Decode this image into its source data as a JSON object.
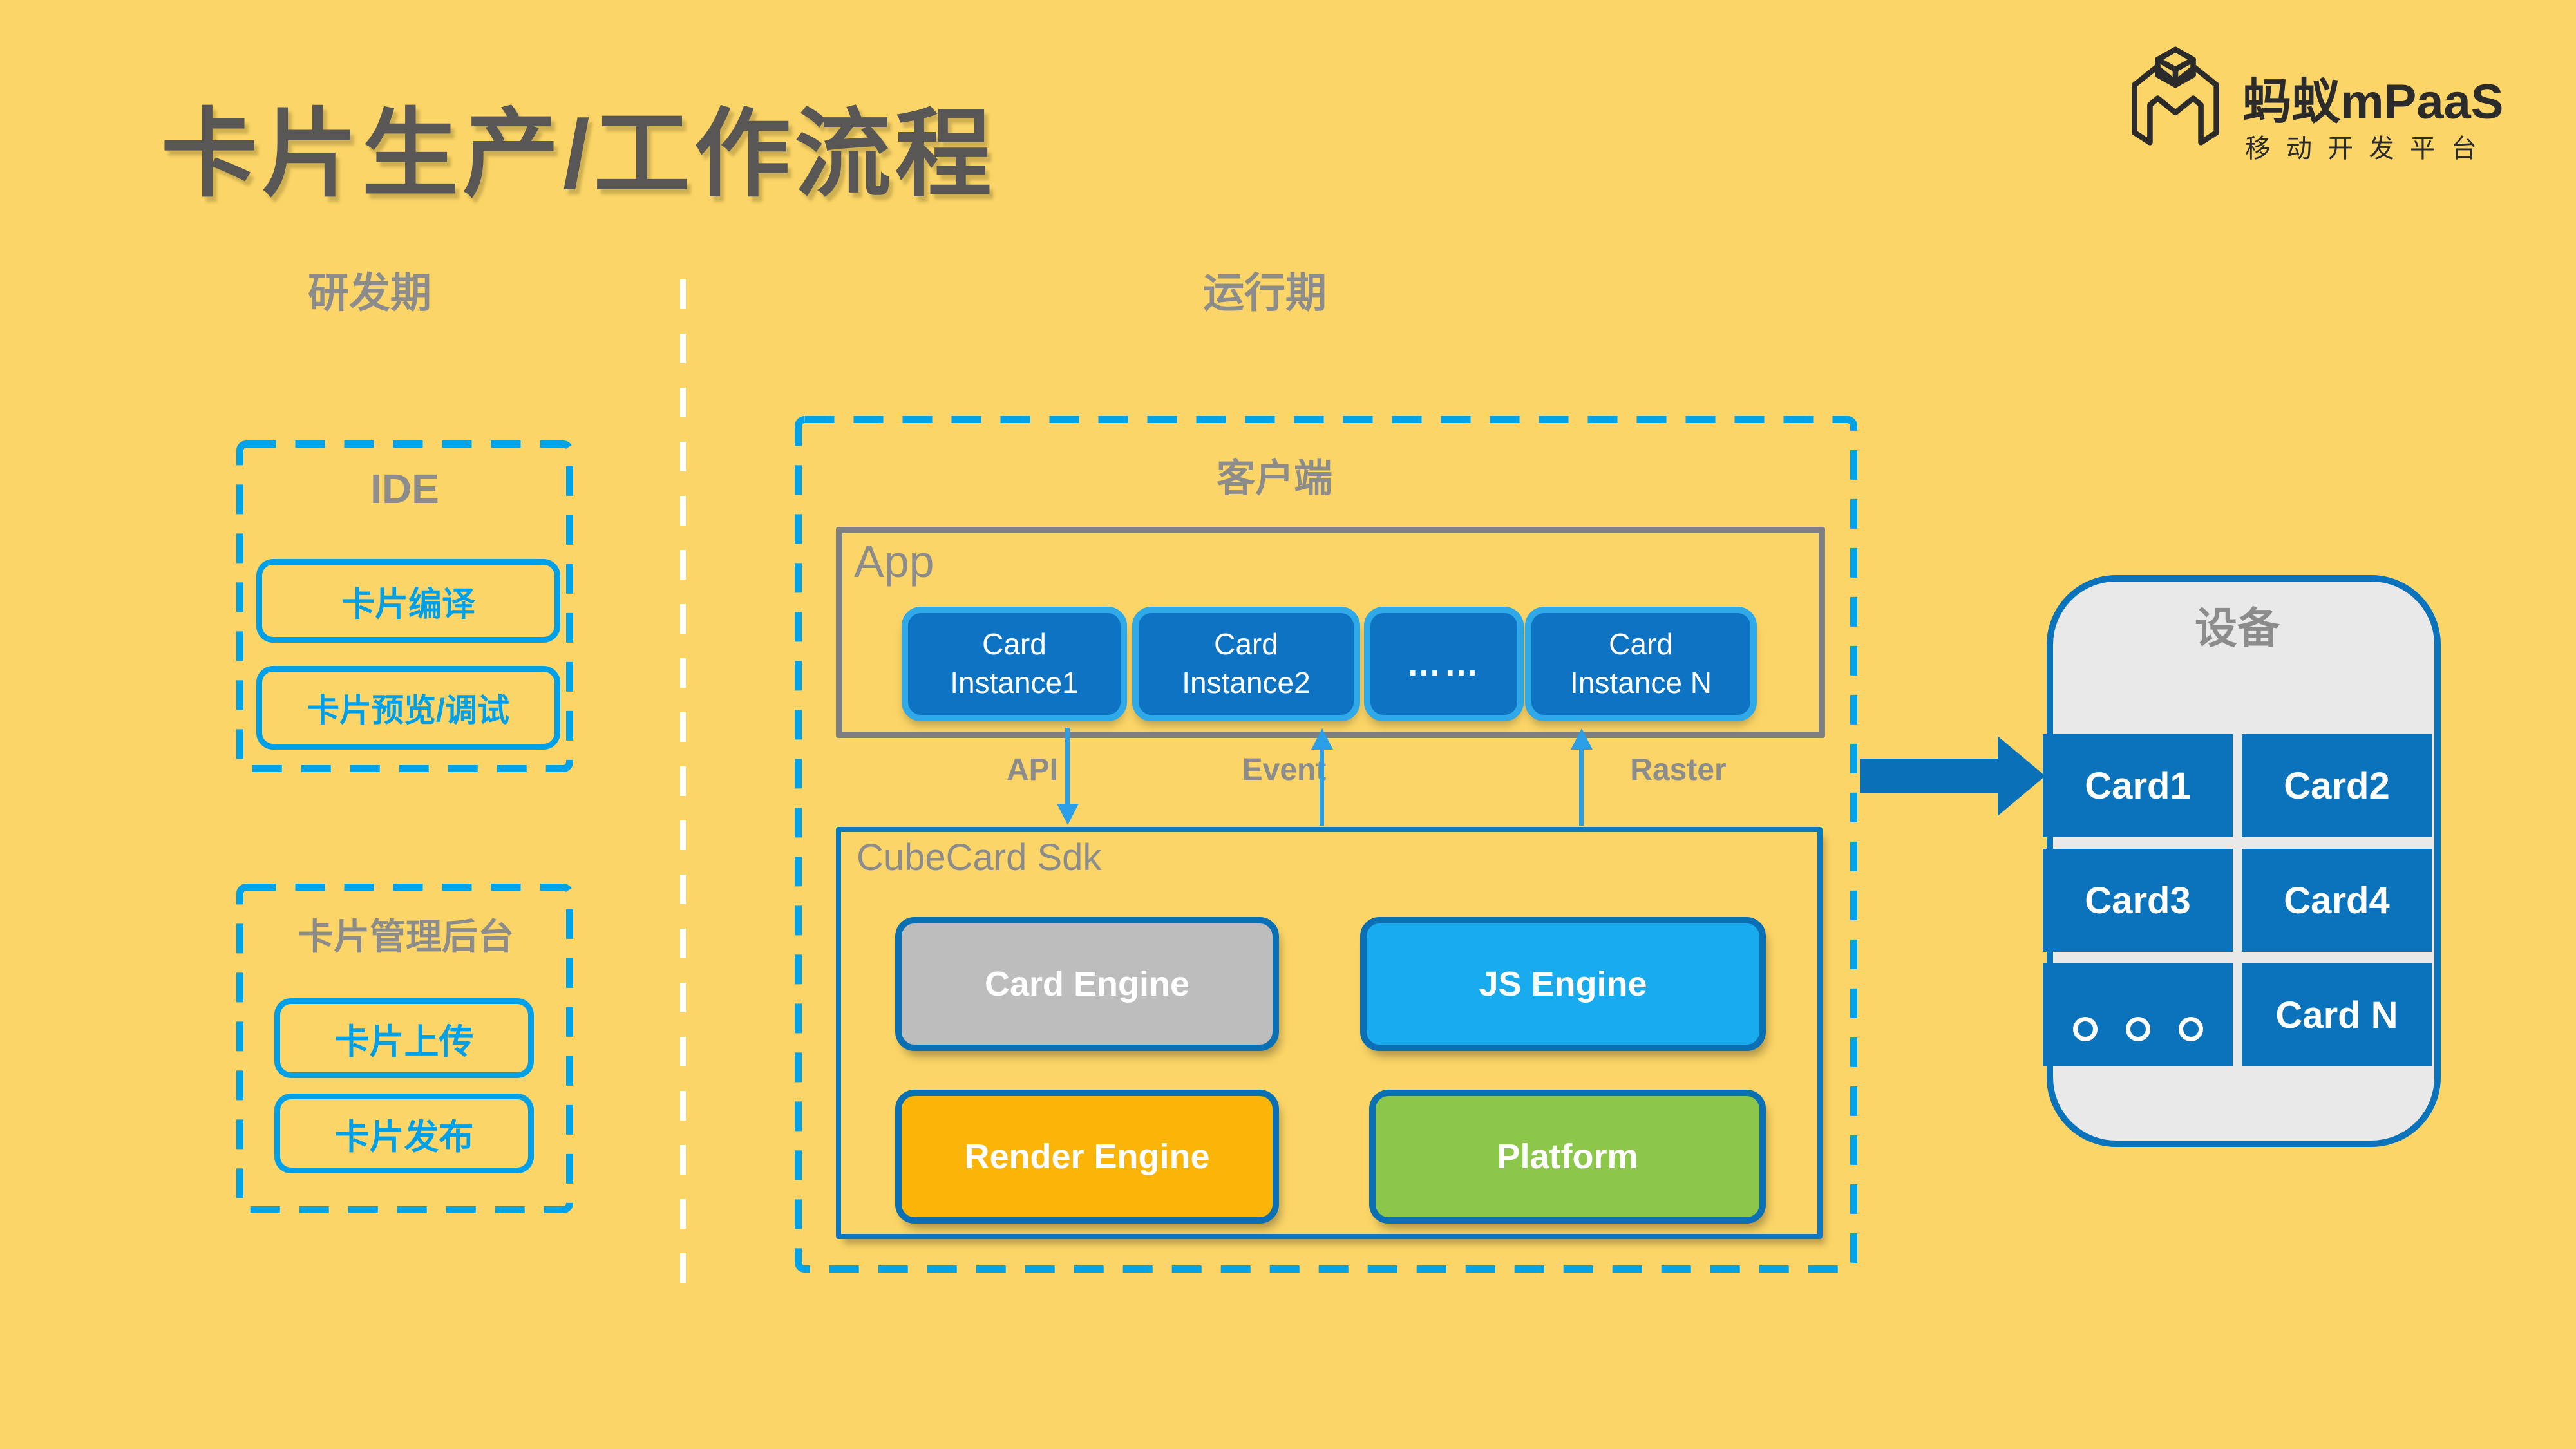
{
  "page": {
    "title": "卡片生产/工作流程",
    "bg": "#FBD567"
  },
  "logo": {
    "brand": "蚂蚁mPaaS",
    "tagline": "移动开发平台",
    "mark": "mpaas-isometric-m-cube-icon",
    "color": "#2B2B2B"
  },
  "sections": {
    "dev_label": "研发期",
    "runtime_label": "运行期"
  },
  "ide": {
    "title": "IDE",
    "items": [
      {
        "label": "卡片编译"
      },
      {
        "label": "卡片预览/调试"
      }
    ]
  },
  "admin": {
    "title": "卡片管理后台",
    "items": [
      {
        "label": "卡片上传"
      },
      {
        "label": "卡片发布"
      }
    ]
  },
  "client": {
    "title": "客户端",
    "app": {
      "title": "App",
      "cards": [
        {
          "line1": "Card",
          "line2": "Instance1"
        },
        {
          "line1": "Card",
          "line2": "Instance2"
        },
        {
          "dots": "……"
        },
        {
          "line1": "Card",
          "line2": "Instance N"
        }
      ]
    },
    "links": {
      "api": "API",
      "event": "Event",
      "raster": "Raster"
    },
    "sdk": {
      "title": "CubeCard Sdk",
      "engines": [
        {
          "label": "Card Engine",
          "color": "#BDBDBD"
        },
        {
          "label": "JS Engine",
          "color": "#18ACEE"
        },
        {
          "label": "Render Engine",
          "color": "#FBB408"
        },
        {
          "label": "Platform",
          "color": "#8CC74B"
        }
      ]
    }
  },
  "device": {
    "title": "设备",
    "rows": [
      {
        "left": "Card1",
        "right": "Card2"
      },
      {
        "left": "Card3",
        "right": "Card4"
      },
      {
        "left": "。。。",
        "right": "Card N"
      }
    ]
  },
  "colors": {
    "accent_blue": "#00A0E9",
    "card_blue": "#0D73C2",
    "card_border": "#2FA9E8",
    "device_blue": "#0B73BC",
    "arrow_blue": "#0A71B8",
    "label_gray": "#8C8C8C",
    "title_gray": "#595756",
    "app_border_gray": "#7F7F7F"
  }
}
